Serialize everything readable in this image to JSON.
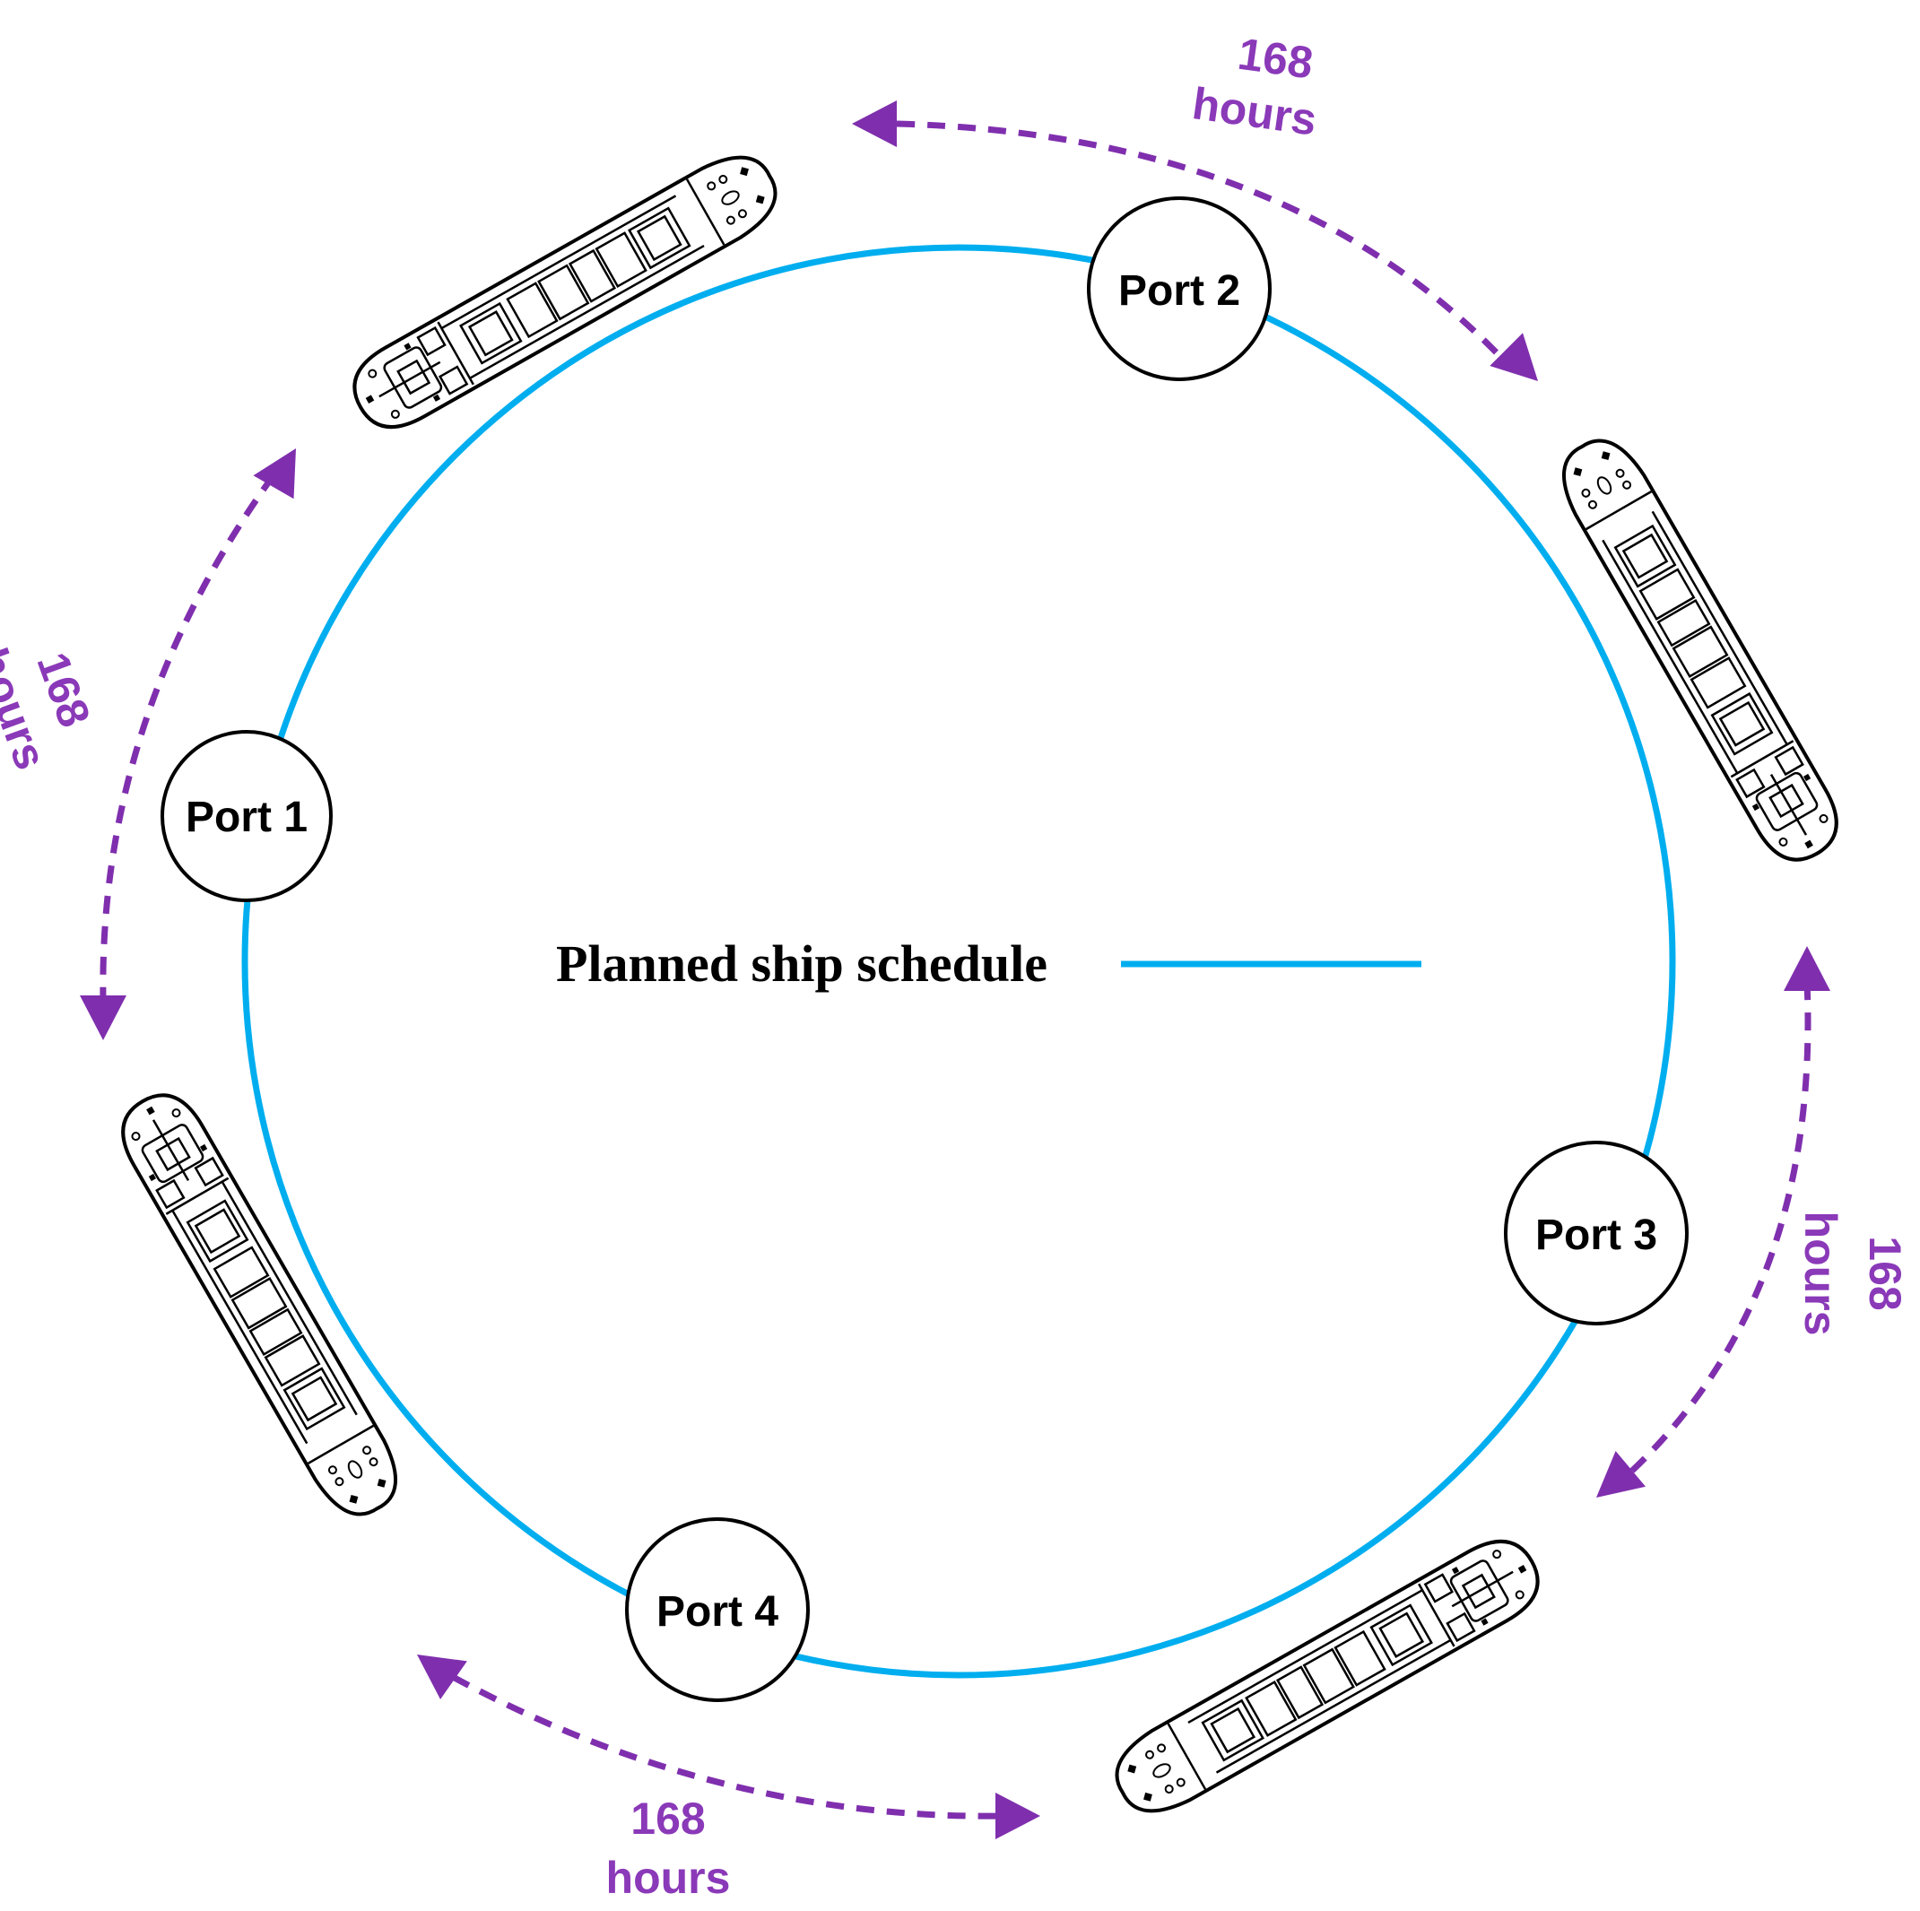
{
  "legend": {
    "label": "Planned ship schedule"
  },
  "ports": [
    {
      "label": "Port 1"
    },
    {
      "label": "Port 2"
    },
    {
      "label": "Port 3"
    },
    {
      "label": "Port 4"
    }
  ],
  "voyages": [
    {
      "number": "168",
      "unit": "hours"
    },
    {
      "number": "168",
      "unit": "hours"
    },
    {
      "number": "168",
      "unit": "hours"
    },
    {
      "number": "168",
      "unit": "hours"
    }
  ],
  "icons": [
    "ship-icon",
    "double-arrow-icon"
  ],
  "colors": {
    "route": "#00aeef",
    "arrow": "#7f2fae",
    "hours_text": "#8a39b8",
    "port_border": "#000000"
  }
}
